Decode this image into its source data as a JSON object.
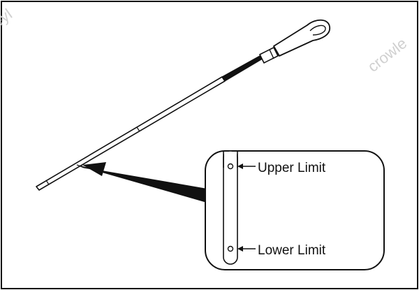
{
  "watermarks": {
    "left_fragment": "eyl",
    "right_fragment": "crowle"
  },
  "callout": {
    "upper_label": "Upper Limit",
    "lower_label": "Lower Limit"
  },
  "colors": {
    "stroke": "#111111",
    "background": "#ffffff",
    "watermark": "#d0d0d0"
  }
}
